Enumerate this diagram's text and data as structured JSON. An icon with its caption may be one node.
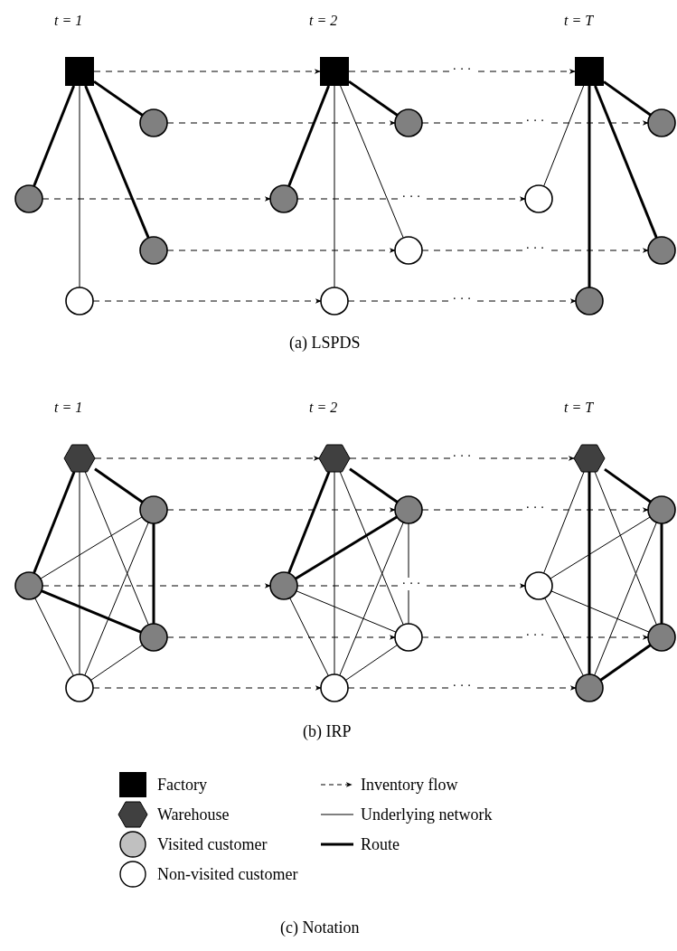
{
  "diagram": {
    "nodes": [
      {
        "text": [],
        "shape": "box"
      },
      {
        "text": [],
        "shape": "circle"
      },
      {
        "text": [],
        "shape": "circle"
      },
      {
        "text": [],
        "shape": "circle"
      },
      {
        "text": [],
        "shape": "circle"
      },
      {
        "text": [],
        "shape": "box"
      },
      {
        "text": [],
        "shape": "circle"
      },
      {
        "text": [],
        "shape": "circle"
      },
      {
        "text": [],
        "shape": "circle"
      },
      {
        "text": [],
        "shape": "circle"
      },
      {
        "text": [],
        "shape": "box"
      },
      {
        "text": [],
        "shape": "circle"
      },
      {
        "text": [],
        "shape": "circle"
      },
      {
        "text": [],
        "shape": "circle"
      },
      {
        "text": [],
        "shape": "circle"
      },
      {
        "text": [],
        "shape": "hexagon"
      },
      {
        "text": [],
        "shape": "circle"
      },
      {
        "text": [],
        "shape": "circle"
      },
      {
        "text": [],
        "shape": "circle"
      },
      {
        "text": [],
        "shape": "circle"
      },
      {
        "text": [],
        "shape": "hexagon"
      },
      {
        "text": [],
        "shape": "circle"
      },
      {
        "text": [],
        "shape": "circle"
      },
      {
        "text": [],
        "shape": "circle"
      },
      {
        "text": [],
        "shape": "circle"
      },
      {
        "text": [],
        "shape": "hexagon"
      },
      {
        "text": [],
        "shape": "circle"
      },
      {
        "text": [],
        "shape": "circle"
      },
      {
        "text": [],
        "shape": "circle"
      },
      {
        "text": [],
        "shape": "circle"
      }
    ],
    "edges": [
      {
        "from": 0,
        "to": 2,
        "arrow": "none",
        "style": "thick"
      },
      {
        "from": 0,
        "to": 1,
        "arrow": "none",
        "style": "thick"
      },
      {
        "from": 0,
        "to": 3,
        "arrow": "none",
        "style": "thick"
      },
      {
        "from": 0,
        "to": 4,
        "arrow": "none"
      },
      {
        "from": 5,
        "to": 7,
        "arrow": "none",
        "style": "thick"
      },
      {
        "from": 5,
        "to": 6,
        "arrow": "none",
        "style": "thick"
      },
      {
        "from": 5,
        "to": 8,
        "arrow": "none"
      },
      {
        "from": 5,
        "to": 9,
        "arrow": "none"
      },
      {
        "from": 10,
        "to": 12,
        "arrow": "none"
      },
      {
        "from": 10,
        "to": 11,
        "arrow": "none",
        "style": "thick"
      },
      {
        "from": 10,
        "to": 13,
        "arrow": "none",
        "style": "thick"
      },
      {
        "from": 10,
        "to": 14,
        "arrow": "none",
        "style": "thick"
      },
      {
        "from": 0,
        "to": 5,
        "arrow": "to",
        "style": "dashed"
      },
      {
        "from": 5,
        "to": 10,
        "arrow": "to",
        "style": "dashed",
        "label": "· · ·"
      },
      {
        "from": 1,
        "to": 6,
        "arrow": "to",
        "style": "dashed"
      },
      {
        "from": 6,
        "to": 11,
        "arrow": "to",
        "style": "dashed",
        "label": "· · ·"
      },
      {
        "from": 2,
        "to": 7,
        "arrow": "to",
        "style": "dashed"
      },
      {
        "from": 7,
        "to": 12,
        "arrow": "to",
        "style": "dashed",
        "label": "· · ·"
      },
      {
        "from": 3,
        "to": 8,
        "arrow": "to",
        "style": "dashed"
      },
      {
        "from": 8,
        "to": 13,
        "arrow": "to",
        "style": "dashed",
        "label": "· · ·"
      },
      {
        "from": 4,
        "to": 9,
        "arrow": "to",
        "style": "dashed"
      },
      {
        "from": 9,
        "to": 14,
        "arrow": "to",
        "style": "dashed",
        "label": "· · ·"
      },
      {
        "from": 15,
        "to": 17,
        "arrow": "none",
        "style": "thick"
      },
      {
        "from": 15,
        "to": 16,
        "arrow": "none",
        "style": "thick"
      },
      {
        "from": 16,
        "to": 18,
        "arrow": "none",
        "style": "thick"
      },
      {
        "from": 17,
        "to": 18,
        "arrow": "none",
        "style": "thick"
      },
      {
        "from": 15,
        "to": 18,
        "arrow": "none"
      },
      {
        "from": 15,
        "to": 19,
        "arrow": "none"
      },
      {
        "from": 16,
        "to": 17,
        "arrow": "none"
      },
      {
        "from": 16,
        "to": 19,
        "arrow": "none"
      },
      {
        "from": 17,
        "to": 19,
        "arrow": "none"
      },
      {
        "from": 18,
        "to": 19,
        "arrow": "none"
      },
      {
        "from": 20,
        "to": 22,
        "arrow": "none",
        "style": "thick"
      },
      {
        "from": 20,
        "to": 21,
        "arrow": "none",
        "style": "thick"
      },
      {
        "from": 21,
        "to": 22,
        "arrow": "none",
        "style": "thick"
      },
      {
        "from": 20,
        "to": 23,
        "arrow": "none"
      },
      {
        "from": 20,
        "to": 24,
        "arrow": "none"
      },
      {
        "from": 21,
        "to": 23,
        "arrow": "none"
      },
      {
        "from": 21,
        "to": 24,
        "arrow": "none"
      },
      {
        "from": 22,
        "to": 23,
        "arrow": "none"
      },
      {
        "from": 22,
        "to": 24,
        "arrow": "none"
      },
      {
        "from": 23,
        "to": 24,
        "arrow": "none"
      },
      {
        "from": 25,
        "to": 26,
        "arrow": "none",
        "style": "thick"
      },
      {
        "from": 26,
        "to": 28,
        "arrow": "none",
        "style": "thick"
      },
      {
        "from": 28,
        "to": 29,
        "arrow": "none",
        "style": "thick"
      },
      {
        "from": 25,
        "to": 29,
        "arrow": "none",
        "style": "thick"
      },
      {
        "from": 25,
        "to": 27,
        "arrow": "none"
      },
      {
        "from": 25,
        "to": 28,
        "arrow": "none"
      },
      {
        "from": 26,
        "to": 27,
        "arrow": "none"
      },
      {
        "from": 26,
        "to": 29,
        "arrow": "none"
      },
      {
        "from": 27,
        "to": 28,
        "arrow": "none"
      },
      {
        "from": 27,
        "to": 29,
        "arrow": "none"
      },
      {
        "from": 15,
        "to": 20,
        "arrow": "to",
        "style": "dashed"
      },
      {
        "from": 20,
        "to": 25,
        "arrow": "to",
        "style": "dashed",
        "label": "· · ·"
      },
      {
        "from": 16,
        "to": 21,
        "arrow": "to",
        "style": "dashed"
      },
      {
        "from": 21,
        "to": 26,
        "arrow": "to",
        "style": "dashed",
        "label": "· · ·"
      },
      {
        "from": 17,
        "to": 22,
        "arrow": "to",
        "style": "dashed"
      },
      {
        "from": 22,
        "to": 27,
        "arrow": "to",
        "style": "dashed",
        "label": "· · ·"
      },
      {
        "from": 18,
        "to": 23,
        "arrow": "to",
        "style": "dashed"
      },
      {
        "from": 23,
        "to": 28,
        "arrow": "to",
        "style": "dashed",
        "label": "· · ·"
      },
      {
        "from": 19,
        "to": 24,
        "arrow": "to",
        "style": "dashed"
      },
      {
        "from": 24,
        "to": 29,
        "arrow": "to",
        "style": "dashed",
        "label": "· · ·"
      }
    ],
    "labels": [
      "t = 1",
      "t = 2",
      "t = T",
      "(a) LSPDS",
      "t = 1",
      "t = 2",
      "t = T",
      "(b) IRP",
      "(c) Notation"
    ],
    "legend": [
      {
        "text": "Factory"
      },
      {
        "text": "Warehouse"
      },
      {
        "text": "Visited customer"
      },
      {
        "text": "Non-visited customer"
      },
      {
        "text": "Inventory flow"
      },
      {
        "text": "Underlying network"
      },
      {
        "text": "Route"
      }
    ]
  }
}
